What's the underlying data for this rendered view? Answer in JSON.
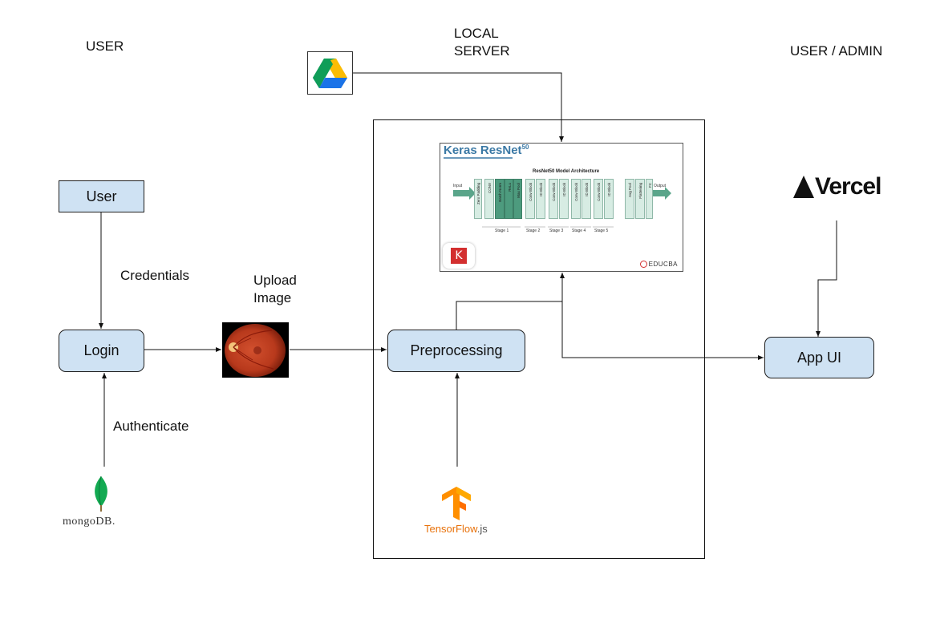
{
  "headers": {
    "user": "USER",
    "local_server_line1": "LOCAL",
    "local_server_line2": "SERVER",
    "user_admin": "USER / ADMIN"
  },
  "nodes": {
    "user": "User",
    "login": "Login",
    "preprocessing": "Preprocessing",
    "app_ui": "App UI"
  },
  "edge_labels": {
    "credentials": "Credentials",
    "upload_line1": "Upload",
    "upload_line2": "Image",
    "authenticate": "Authenticate"
  },
  "resnet_card": {
    "title": "Keras ResNet",
    "title_sup": "50",
    "arch_title": "ResNet50 Model Architecture",
    "input": "Input",
    "output": "Output",
    "zero_padding": "Zero Padding",
    "stage1_blocks": [
      "CONV",
      "Batch Norm",
      "ReLu",
      "Max Pool"
    ],
    "stage_blocks": [
      "Conv Block",
      "ID Block"
    ],
    "end_blocks": [
      "Avg Pool",
      "Flattening",
      "FC"
    ],
    "stages": [
      "Stage 1",
      "Stage 2",
      "Stage 3",
      "Stage 4",
      "Stage 5"
    ],
    "keras_letter": "K",
    "educba": "EDUCBA"
  },
  "logos": {
    "google_drive": "google-drive-logo",
    "vercel": "Vercel",
    "mongodb": "mongoDB.",
    "tensorflow_main": "TensorFlow",
    "tensorflow_suffix": ".js"
  }
}
